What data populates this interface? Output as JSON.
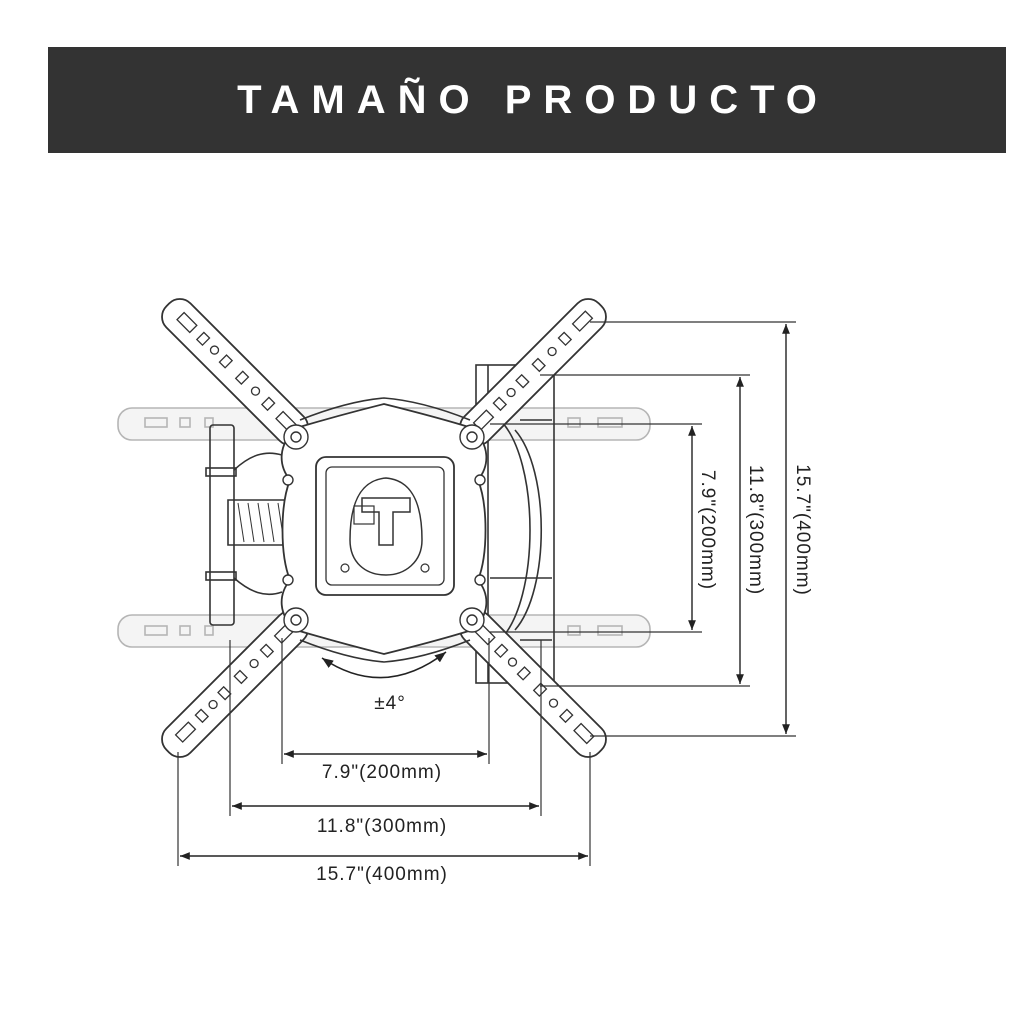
{
  "banner": {
    "title": "TAMAÑO PRODUCTO"
  },
  "diagram": {
    "tilt_label": "±4°",
    "horizontal_dimensions": [
      {
        "label": "7.9\"(200mm)"
      },
      {
        "label": "11.8\"(300mm)"
      },
      {
        "label": "15.7\"(400mm)"
      }
    ],
    "vertical_dimensions": [
      {
        "label": "7.9\"(200mm)"
      },
      {
        "label": "11.8\"(300mm)"
      },
      {
        "label": "15.7\"(400mm)"
      }
    ]
  },
  "colors": {
    "banner_bg": "#333333",
    "banner_text": "#ffffff",
    "line": "#222222",
    "ghost": "#b5b5b5"
  }
}
